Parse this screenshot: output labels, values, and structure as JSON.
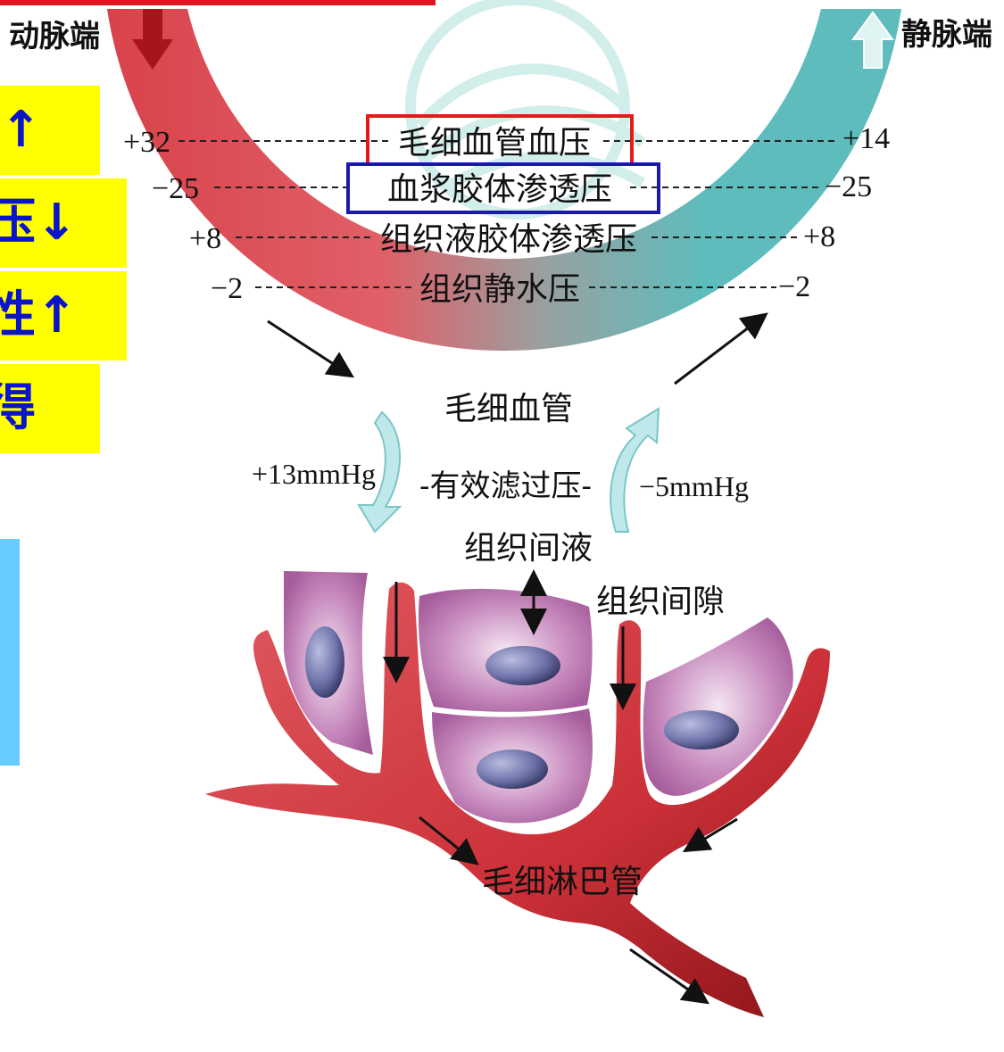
{
  "colors": {
    "artery": "#d9424a",
    "vein": "#5fbcbc",
    "cell": "#b06aa6",
    "nucleus": "#6e72a8",
    "highlight_red": "#e31b1b",
    "highlight_blue": "#1a1aa8",
    "side_yellow": "#ffff00",
    "side_text": "#0a14c8",
    "side_cyan": "#66ccff"
  },
  "labels": {
    "arterial_end": "动脉端",
    "venous_end": "静脉端",
    "capillary_bp": "毛细血管血压",
    "plasma_cop": "血浆胶体渗透压",
    "tissue_cop": "组织液胶体渗透压",
    "tissue_hp": "组织静水压",
    "capillary": "毛细血管",
    "effective_filtration": "-有效滤过压-",
    "tissue_fluid": "组织间液",
    "cell": "细胞",
    "tissue_gap": "组织间隙",
    "lymph_capillary": "毛细淋巴管"
  },
  "values": {
    "arterial_bp": "+32",
    "arterial_plasma": "−25",
    "arterial_tissue_cop": "+8",
    "arterial_tissue_hp": "−2",
    "venous_bp": "+14",
    "venous_plasma": "−25",
    "venous_tissue_cop": "+8",
    "venous_tissue_hp": "−2",
    "filtration_arterial": "+13mmHg",
    "filtration_venous": "−5mmHg"
  },
  "side_fragments": [
    "↑",
    "压↓",
    "性↑",
    "得"
  ]
}
